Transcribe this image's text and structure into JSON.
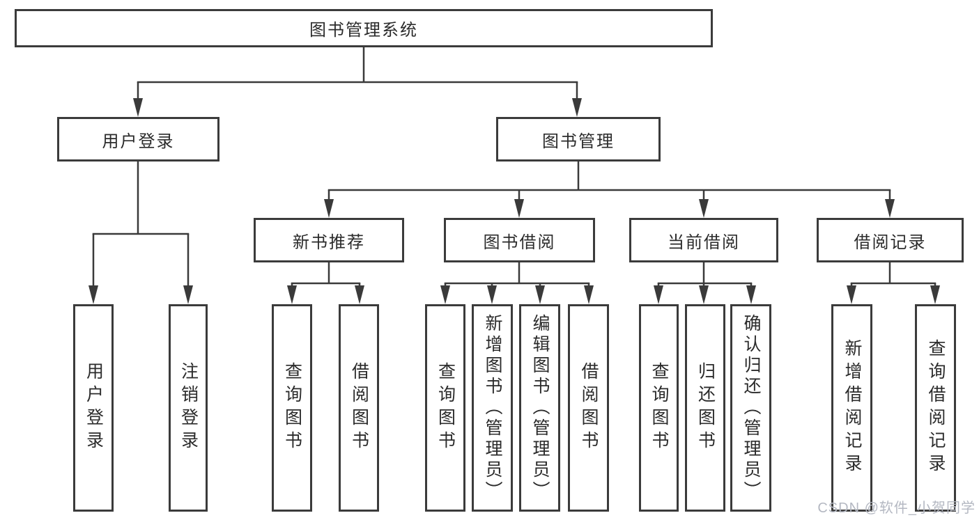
{
  "diagram": {
    "root": {
      "label": "图书管理系统"
    },
    "level2": [
      {
        "id": "user-login",
        "label": "用户登录"
      },
      {
        "id": "book-management",
        "label": "图书管理"
      }
    ],
    "level3": [
      {
        "id": "new-book-recommendation",
        "label": "新书推荐"
      },
      {
        "id": "book-borrowing",
        "label": "图书借阅"
      },
      {
        "id": "current-borrowing",
        "label": "当前借阅"
      },
      {
        "id": "borrowing-records",
        "label": "借阅记录"
      }
    ],
    "level4": {
      "user_login_children": [
        {
          "label": "用户登录"
        },
        {
          "label": "注销登录"
        }
      ],
      "new_book_children": [
        {
          "label": "查询图书"
        },
        {
          "label": "借阅图书"
        }
      ],
      "book_borrowing_children": [
        {
          "label": "查询图书"
        },
        {
          "label": "新增图书（管理员）"
        },
        {
          "label": "编辑图书（管理员）"
        },
        {
          "label": "借阅图书"
        }
      ],
      "current_borrowing_children": [
        {
          "label": "查询图书"
        },
        {
          "label": "归还图书"
        },
        {
          "label": "确认归还（管理员）"
        }
      ],
      "borrowing_records_children": [
        {
          "label": "新增借阅记录"
        },
        {
          "label": "查询借阅记录"
        }
      ]
    }
  },
  "watermark": {
    "text": "CSDN @软件_小贺同学"
  },
  "colors": {
    "line": "#3a3a3a",
    "text": "#2b2b2b",
    "background": "#ffffff",
    "watermark": "#b4b8c2"
  }
}
